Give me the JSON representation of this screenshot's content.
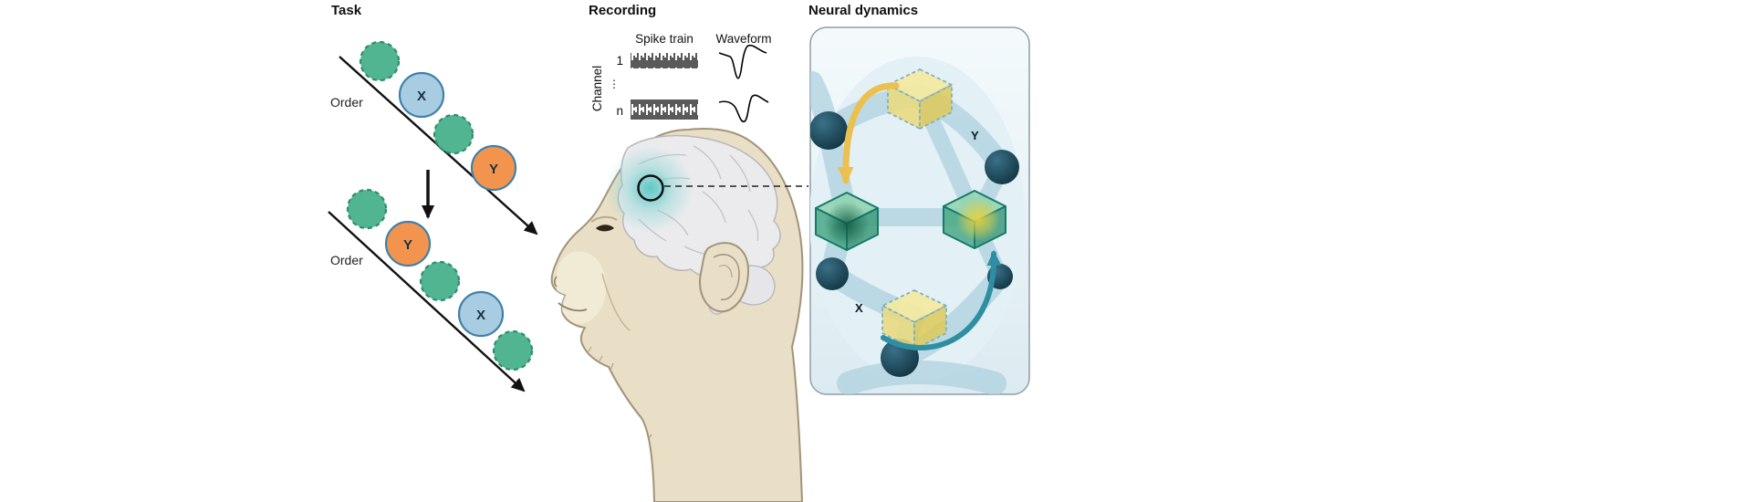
{
  "figure": {
    "task": {
      "title": "Task",
      "order1": "Order",
      "order2": "Order",
      "x1": "X",
      "y1": "Y",
      "y2": "Y",
      "x2": "X"
    },
    "recording": {
      "title": "Recording",
      "spike_train": "Spike train",
      "waveform": "Waveform",
      "channel": "Channel",
      "ch_first": "1",
      "ch_dots": "⋮",
      "ch_last": "n"
    },
    "neural": {
      "title": "Neural dynamics",
      "label_y": "Y",
      "label_x": "X"
    }
  },
  "colors": {
    "green_fill": "#52b592",
    "green_stroke": "#2e8e6d",
    "blue_fill": "#a8cce1",
    "blue_stroke": "#4080ab",
    "orange_fill": "#f2944d",
    "orange_stroke": "#4080ab",
    "glow_teal": "#5fc6c6",
    "arrow_yellow": "#ecc04f",
    "arrow_teal": "#2f8fa2",
    "node_navy": "#1b4a5c"
  }
}
